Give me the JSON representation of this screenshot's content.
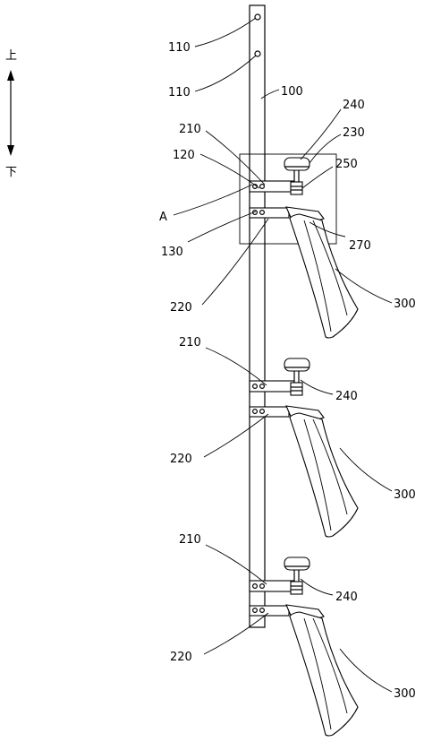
{
  "direction": {
    "up": "上",
    "down": "下"
  },
  "labels": {
    "l110a": "110",
    "l110b": "110",
    "l100": "100",
    "l240a": "240",
    "l230": "230",
    "l210a": "210",
    "l120": "120",
    "l250": "250",
    "lA": "A",
    "l130": "130",
    "l270": "270",
    "l220a": "220",
    "l300a": "300",
    "l210b": "210",
    "l240b": "240",
    "l220b": "220",
    "l300b": "300",
    "l210c": "210",
    "l240c": "240",
    "l220c": "220",
    "l300c": "300"
  }
}
